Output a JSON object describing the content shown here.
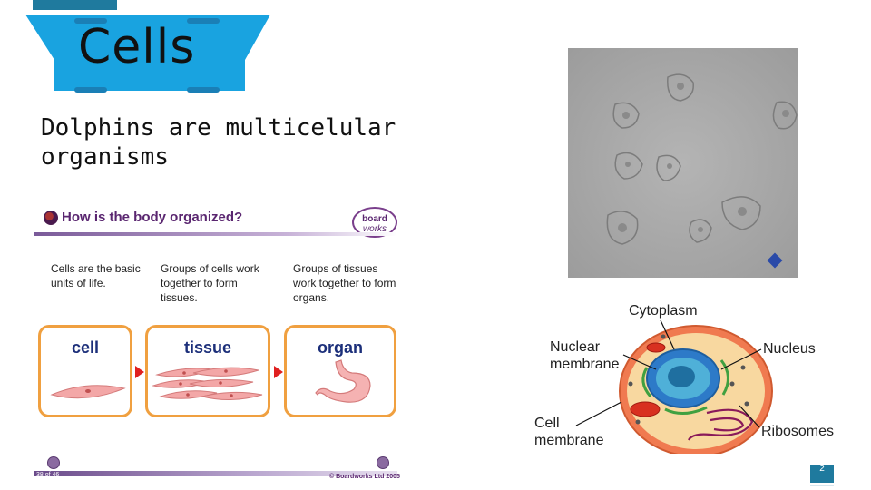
{
  "slide": {
    "title": "Cells",
    "subtitle": "Dolphins are multicelular organisms",
    "page_number": "2"
  },
  "boardworks": {
    "heading": "How is the body organized?",
    "logo_top": "board",
    "logo_bottom": "works",
    "descriptions": [
      "Cells are the basic units of life.",
      "Groups of cells work together to form tissues.",
      "Groups of tissues work together to form organs."
    ],
    "boxes": [
      "cell",
      "tissue",
      "organ"
    ],
    "page_label": "38 of 46",
    "copyright": "© Boardworks Ltd 2005"
  },
  "cell_diagram": {
    "labels": {
      "cytoplasm": "Cytoplasm",
      "nuclear_membrane": "Nuclear membrane",
      "nucleus": "Nucleus",
      "cell_membrane": "Cell membrane",
      "ribosomes": "Ribosomes"
    }
  },
  "colors": {
    "accent": "#1f7a9e",
    "banner": "#19a3e0",
    "boardworks_purple": "#5a2670",
    "box_border": "#f0a040",
    "arrow": "#e02020"
  }
}
